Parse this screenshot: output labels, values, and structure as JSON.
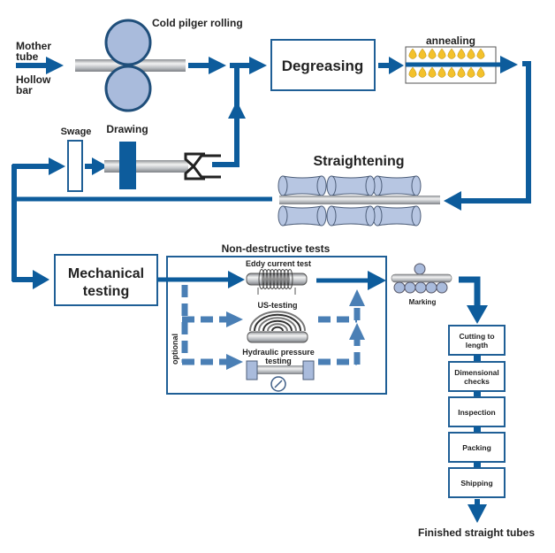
{
  "diagram": {
    "title": "Cold pilger tube production flow",
    "colors": {
      "flow": "#0d5c9c",
      "dashed_flow": "#4a7fb5",
      "box_border": "#1f5f96",
      "roller_fill": "#a9bbdc",
      "flame": "#f3c12b"
    },
    "inputs": {
      "mother_tube": [
        "Mother",
        "tube"
      ],
      "hollow_bar": [
        "Hollow",
        "bar"
      ]
    },
    "steps": {
      "cold_pilger": "Cold pilger rolling",
      "degreasing": "Degreasing",
      "annealing": "annealing",
      "straightening": "Straightening",
      "swage": "Swage",
      "drawing": "Drawing",
      "mechanical_testing": [
        "Mechanical",
        "testing"
      ],
      "ndt_title": "Non-destructive tests",
      "eddy": "Eddy current test",
      "us": "US-testing",
      "hydraulic": [
        "Hydraulic pressure",
        "testing"
      ],
      "optional": "optional",
      "marking": "Marking"
    },
    "final_steps": [
      [
        "Cutting to",
        "length"
      ],
      [
        "Dimensional",
        "checks"
      ],
      [
        "Inspection"
      ],
      [
        "Packing"
      ],
      [
        "Shipping"
      ]
    ],
    "output": "Finished straight tubes"
  }
}
